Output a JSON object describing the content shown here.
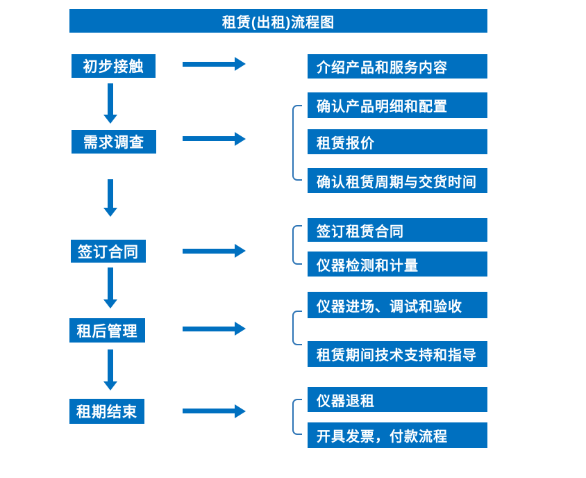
{
  "title": "租赁(出租)流程图",
  "colors": {
    "primary_blue": "#0070C0",
    "bracket_blue": "#2E75B6",
    "text_on_blue": "#FFFFFF",
    "background": "#FFFFFF"
  },
  "flow": {
    "steps": [
      {
        "label": "初步接触",
        "outputs": [
          "介绍产品和服务内容"
        ]
      },
      {
        "label": "需求调查",
        "outputs": [
          "确认产品明细和配置",
          "租赁报价",
          "确认租赁周期与交货时间"
        ]
      },
      {
        "label": "签订合同",
        "outputs": [
          "签订租赁合同",
          "仪器检测和计量"
        ]
      },
      {
        "label": "租后管理",
        "outputs": [
          "仪器进场、调试和验收",
          "租赁期间技术支持和指导"
        ]
      },
      {
        "label": "租期结束",
        "outputs": [
          "仪器退租",
          "开具发票，付款流程"
        ]
      }
    ]
  }
}
